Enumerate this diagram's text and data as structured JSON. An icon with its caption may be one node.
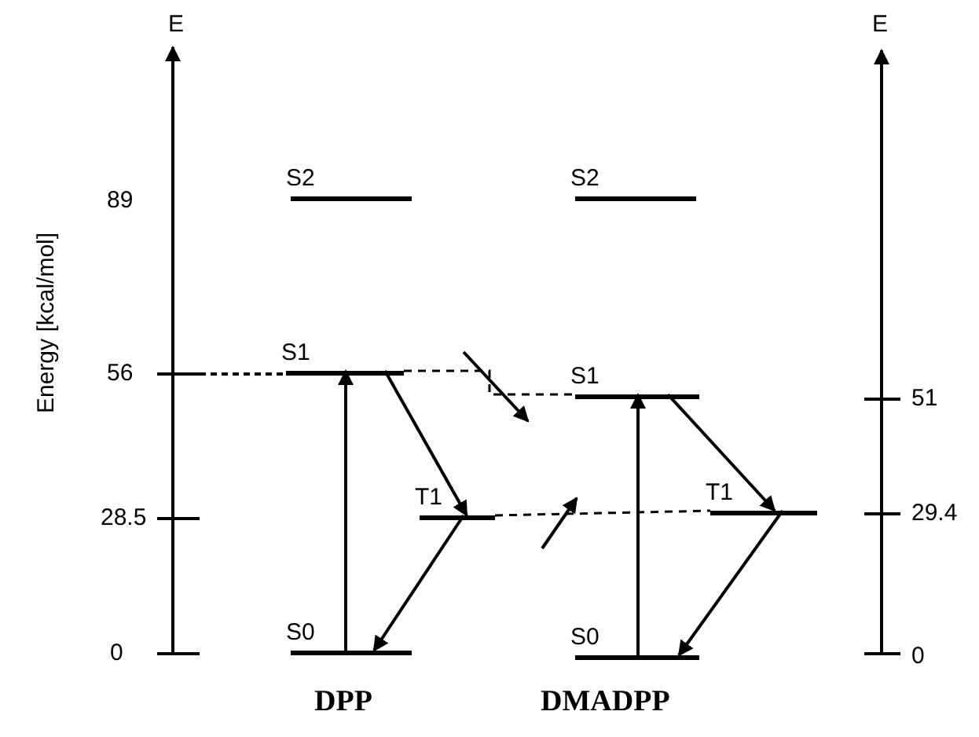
{
  "diagram": {
    "nodes": [
      {
        "text": [
          "S2"
        ]
      },
      {
        "text": [
          "S2"
        ]
      },
      {
        "text": [
          "S1"
        ]
      },
      {
        "text": [
          "S1"
        ]
      },
      {
        "text": [
          "T1"
        ]
      },
      {
        "text": [
          "T1"
        ]
      },
      {
        "text": [
          "S0"
        ]
      },
      {
        "text": [
          "S0"
        ]
      }
    ],
    "edges": [
      {
        "from": 6,
        "to": 2,
        "arrow": "to"
      },
      {
        "from": 2,
        "to": 4,
        "arrow": "to"
      },
      {
        "from": 4,
        "to": 6,
        "arrow": "to"
      },
      {
        "from": 7,
        "to": 3,
        "arrow": "to"
      },
      {
        "from": 3,
        "to": 5,
        "arrow": "to"
      },
      {
        "from": 5,
        "to": 7,
        "arrow": "to"
      },
      {
        "from": 2,
        "to": 3,
        "arrow": "none",
        "style": "dashed"
      },
      {
        "from": 4,
        "to": 5,
        "arrow": "none",
        "style": "dashed"
      }
    ],
    "labels": [
      "E",
      "89",
      "56",
      "28.5",
      "0",
      "Energy [kcal/mol]",
      "E",
      "51",
      "29.4",
      "0",
      "DPP",
      "DMADPP"
    ]
  }
}
